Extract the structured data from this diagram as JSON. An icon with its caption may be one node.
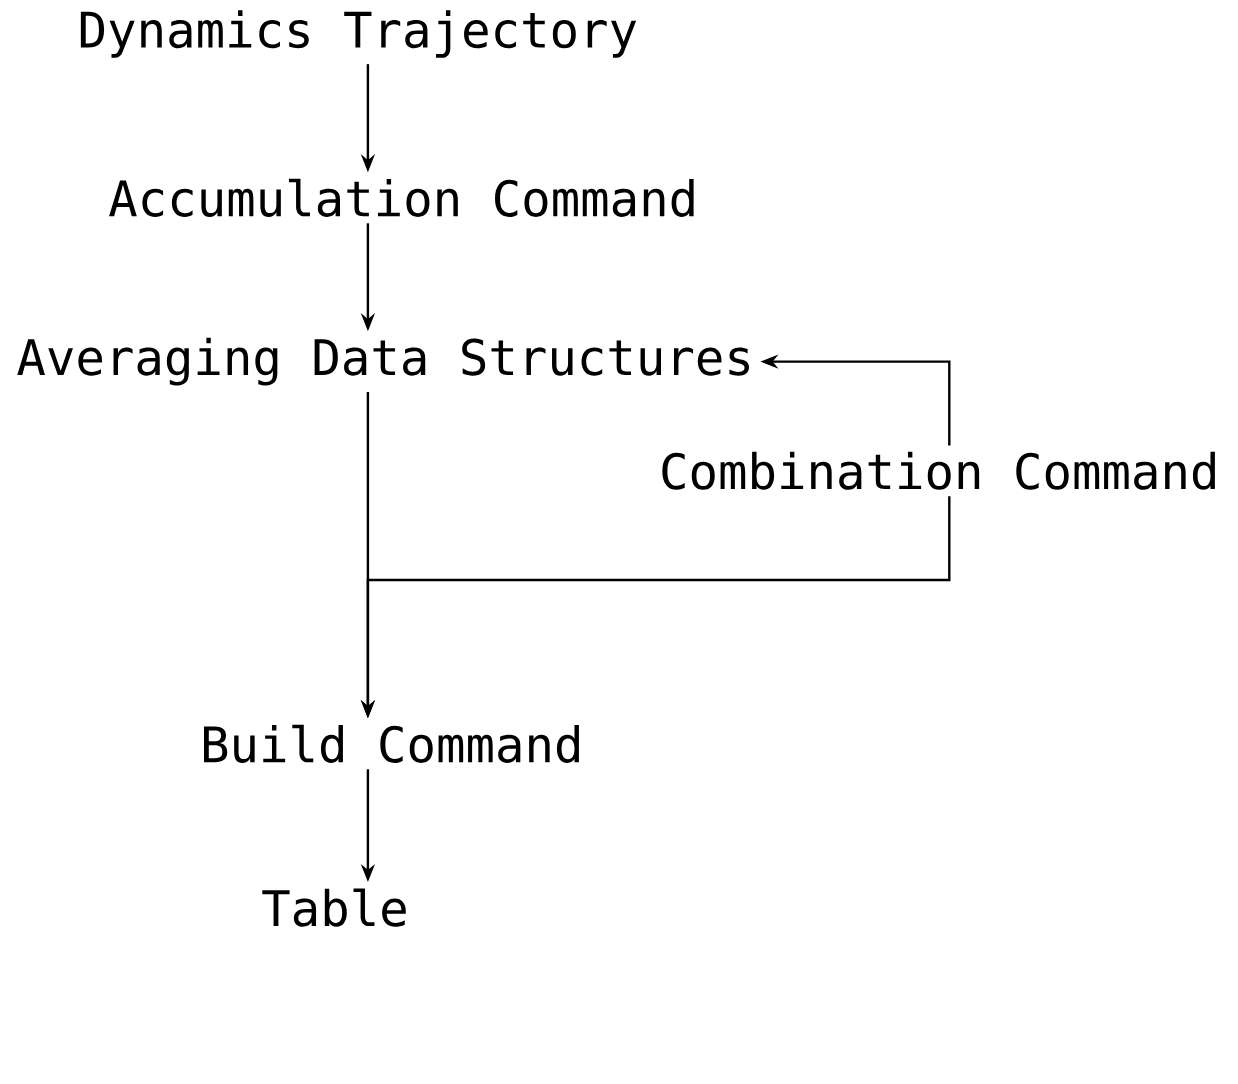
{
  "diagram": {
    "nodes": [
      {
        "text": [
          "Dynamics Trajectory"
        ]
      },
      {
        "text": [
          "Accumulation Command"
        ]
      },
      {
        "text": [
          "Averaging Data Structures"
        ]
      },
      {
        "text": [
          "Combination Command"
        ]
      },
      {
        "text": [
          "Build Command"
        ]
      },
      {
        "text": [
          "Table"
        ]
      }
    ],
    "edges": [
      {
        "from": 0,
        "to": 1,
        "arrow": "to"
      },
      {
        "from": 1,
        "to": 2,
        "arrow": "to"
      },
      {
        "from": 3,
        "to": 2,
        "arrow": "to"
      },
      {
        "from": 2,
        "to": 4,
        "arrow": "to"
      },
      {
        "from": 3,
        "to": 4,
        "arrow": "to"
      },
      {
        "from": 4,
        "to": 5,
        "arrow": "to"
      }
    ]
  }
}
